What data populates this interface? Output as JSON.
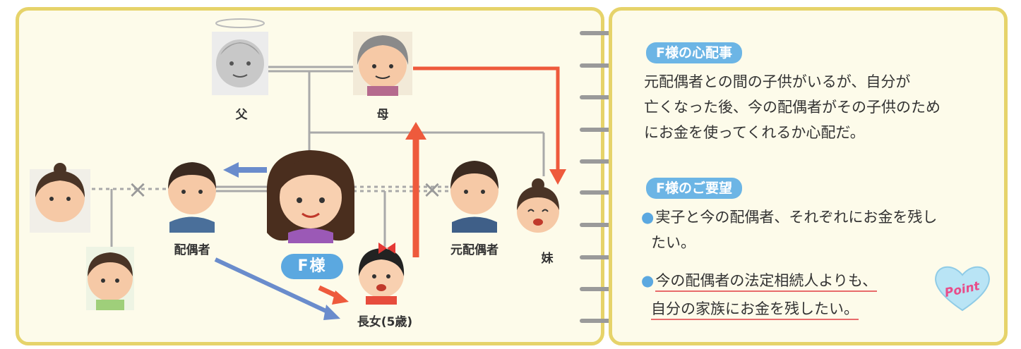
{
  "tree": {
    "labels": {
      "father": "父",
      "mother": "母",
      "spouse": "配偶者",
      "ex_spouse": "元配偶者",
      "sister": "妹",
      "daughter": "長女(5歳)",
      "client": "F様"
    },
    "divorce_mark": "×"
  },
  "concern": {
    "title": "F様の心配事",
    "lines": [
      "元配偶者との間の子供がいるが、自分が",
      "亡くなった後、今の配偶者がその子供のため",
      "にお金を使ってくれるか心配だ。"
    ]
  },
  "request": {
    "title": "F様のご要望",
    "item1_line1": "実子と今の配偶者、それぞれにお金を残し",
    "item1_line2": "たい。",
    "item2_line1": "今の配偶者の法定相続人よりも、",
    "item2_line2": "自分の家族にお金を残したい。",
    "point_label": "Point"
  },
  "colors": {
    "panel_bg": "#fdfbea",
    "panel_border": "#e6d36a",
    "badge_blue": "#5ba8e0",
    "arrow_red": "#ee5a3c",
    "arrow_blue": "#6a8ccc"
  }
}
